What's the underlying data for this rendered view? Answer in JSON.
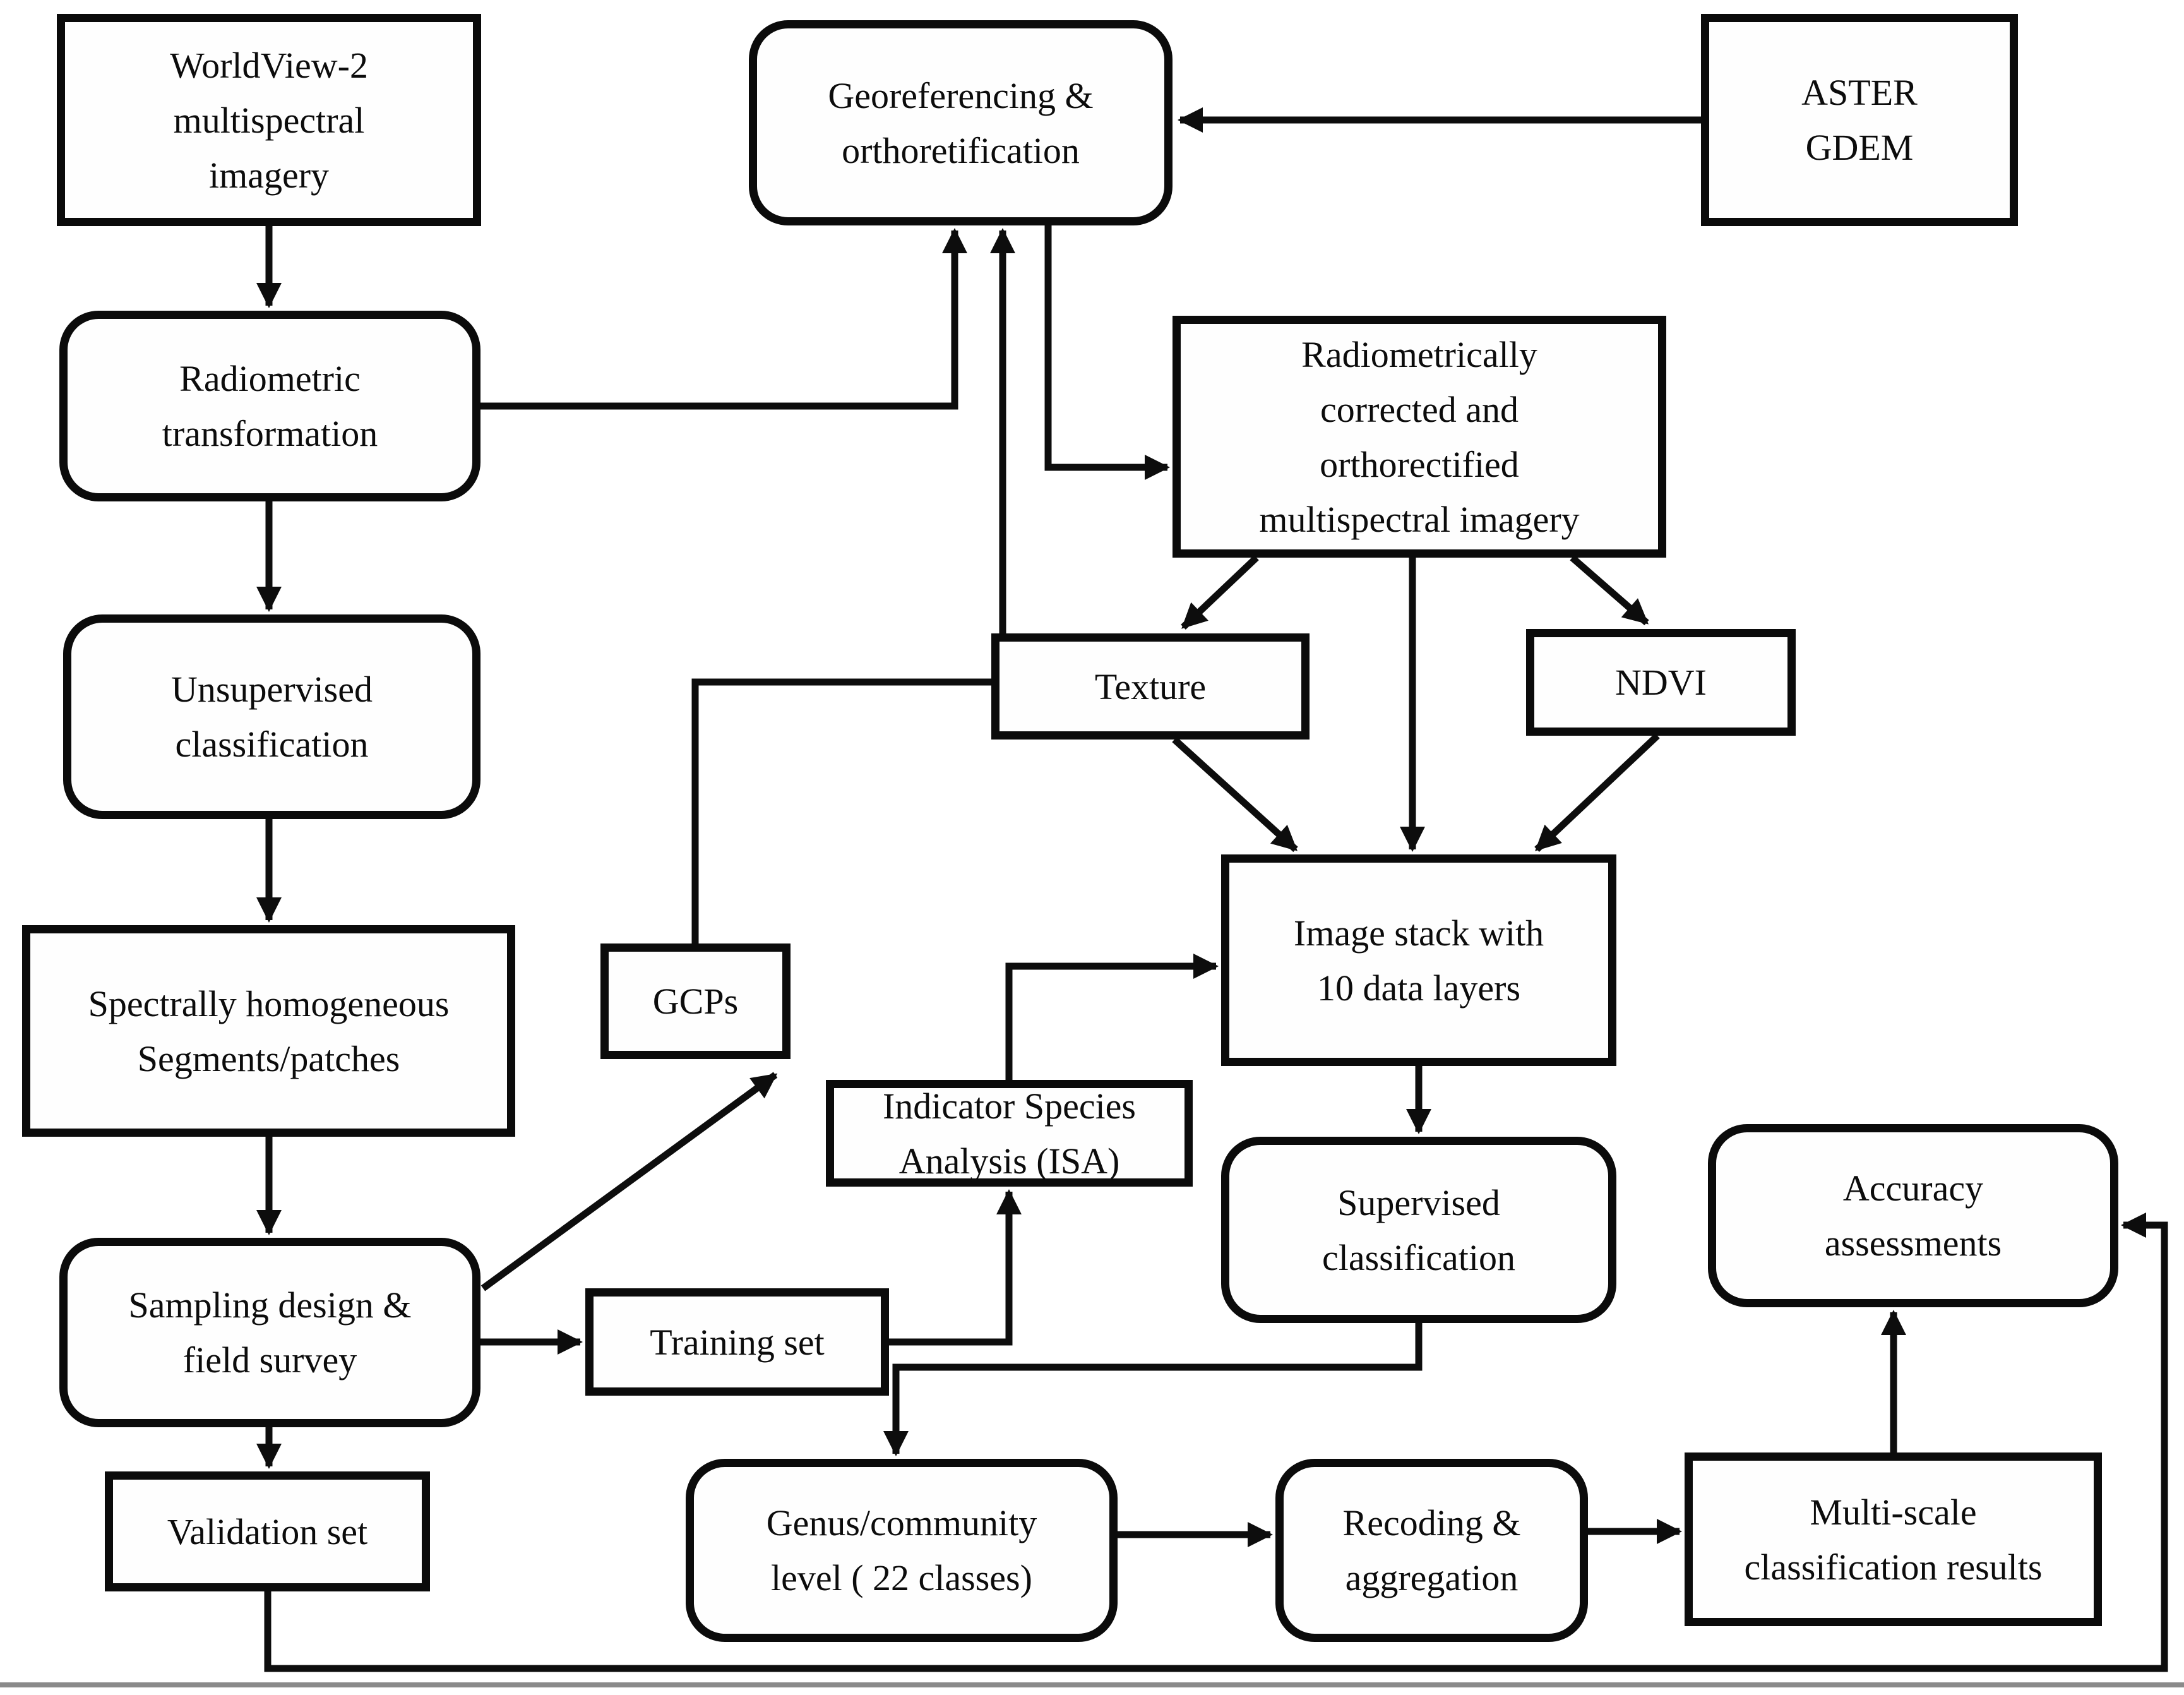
{
  "diagram": {
    "title": "WorldView-2 multi-scale vegetation classification workflow",
    "colors": {
      "stroke": "#0d0d0d",
      "background": "#ffffff",
      "node_fill": "#fefefe"
    },
    "nodes": {
      "worldview": {
        "label": "WorldView-2\nmultispectral\nimagery"
      },
      "radiometric": {
        "label": "Radiometric\ntransformation"
      },
      "unsupervised": {
        "label": "Unsupervised\nclassification"
      },
      "spectral": {
        "label": "Spectrally homogeneous\nSegments/patches"
      },
      "sampling": {
        "label": "Sampling design &\nfield survey"
      },
      "validation": {
        "label": "Validation set"
      },
      "georeferencing": {
        "label": "Georeferencing &\northoretification"
      },
      "aster": {
        "label": "ASTER\nGDEM"
      },
      "radcorrected": {
        "label": "Radiometrically\ncorrected and\northorectified\nmultispectral imagery"
      },
      "texture": {
        "label": "Texture"
      },
      "ndvi": {
        "label": "NDVI"
      },
      "imagestack": {
        "label": "Image stack with\n10 data layers"
      },
      "gcps": {
        "label": "GCPs"
      },
      "isa": {
        "label": "Indicator Species\nAnalysis (ISA)"
      },
      "supervised": {
        "label": "Supervised\nclassification"
      },
      "accuracy": {
        "label": "Accuracy\nassessments"
      },
      "training": {
        "label": "Training set"
      },
      "genus": {
        "label": "Genus/community\nlevel ( 22 classes)"
      },
      "recoding": {
        "label": "Recoding &\naggregation"
      },
      "multiscale": {
        "label": "Multi-scale\nclassification results"
      }
    },
    "edges": [
      {
        "from": "worldview",
        "to": "radiometric"
      },
      {
        "from": "radiometric",
        "to": "unsupervised"
      },
      {
        "from": "unsupervised",
        "to": "spectral"
      },
      {
        "from": "spectral",
        "to": "sampling"
      },
      {
        "from": "sampling",
        "to": "validation"
      },
      {
        "from": "radiometric",
        "to": "georeferencing"
      },
      {
        "from": "gcps",
        "to": "georeferencing"
      },
      {
        "from": "georeferencing",
        "to": "radcorrected"
      },
      {
        "from": "aster",
        "to": "georeferencing"
      },
      {
        "from": "radcorrected",
        "to": "texture"
      },
      {
        "from": "radcorrected",
        "to": "imagestack"
      },
      {
        "from": "radcorrected",
        "to": "ndvi"
      },
      {
        "from": "texture",
        "to": "imagestack"
      },
      {
        "from": "ndvi",
        "to": "imagestack"
      },
      {
        "from": "isa",
        "to": "imagestack"
      },
      {
        "from": "imagestack",
        "to": "supervised"
      },
      {
        "from": "sampling",
        "to": "gcps"
      },
      {
        "from": "sampling",
        "to": "training"
      },
      {
        "from": "training",
        "to": "isa"
      },
      {
        "from": "supervised",
        "to": "genus"
      },
      {
        "from": "genus",
        "to": "recoding"
      },
      {
        "from": "recoding",
        "to": "multiscale"
      },
      {
        "from": "multiscale",
        "to": "accuracy"
      },
      {
        "from": "validation",
        "to": "accuracy"
      }
    ]
  }
}
